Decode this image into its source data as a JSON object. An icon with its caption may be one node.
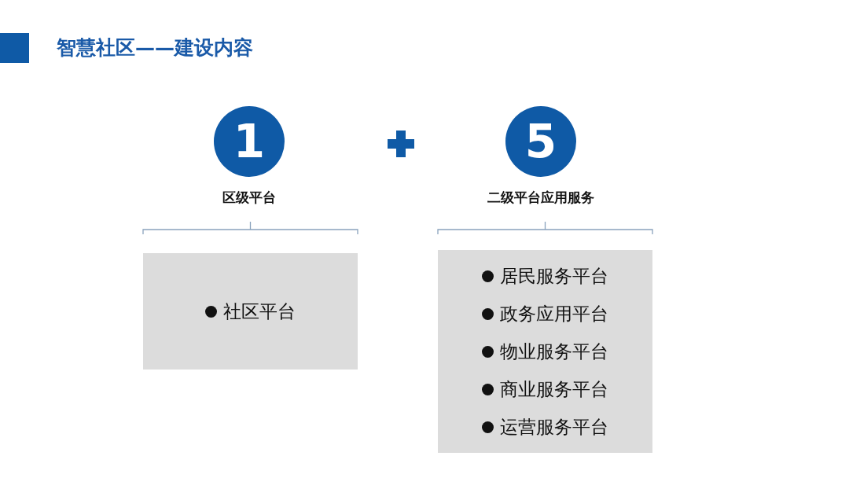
{
  "diagram": {
    "title": "智慧社区——建设内容",
    "nodes": [
      {
        "text": [
          "1"
        ],
        "beside": [
          "区级平台"
        ]
      },
      {
        "text": [
          "5"
        ],
        "beside": [
          "二级平台应用服务"
        ]
      },
      {
        "text": [
          "社区平台"
        ]
      },
      {
        "text": [
          "居民服务平台",
          "政务应用平台",
          "物业服务平台",
          "商业服务平台",
          "运营服务平台"
        ]
      }
    ],
    "edges": []
  }
}
